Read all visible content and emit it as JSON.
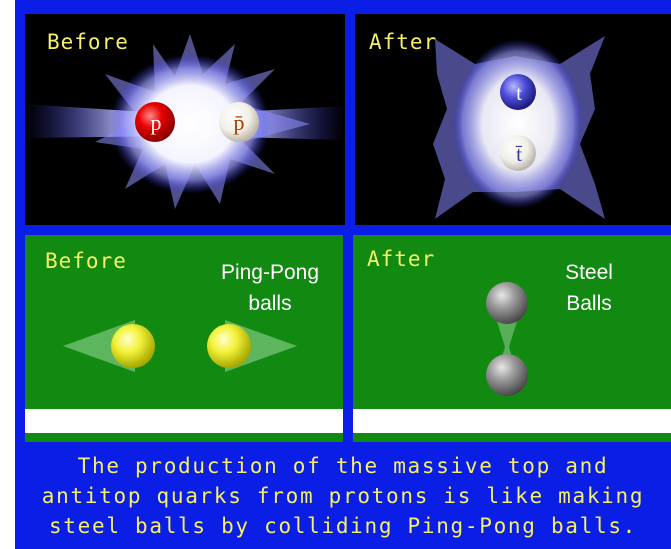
{
  "colors": {
    "frame_blue": "#0a1ee6",
    "caption_yellow": "#f5f06a",
    "green": "#128a12",
    "proton_red": "#e00000"
  },
  "top_left": {
    "label": "Before",
    "proton": "p",
    "antiproton": "p̄"
  },
  "top_right": {
    "label": "After",
    "top": "t",
    "antitop": "t̄"
  },
  "bottom_left": {
    "label": "Before",
    "balls_label_line1": "Ping-Pong",
    "balls_label_line2": "balls"
  },
  "bottom_right": {
    "label": "After",
    "balls_label_line1": "Steel",
    "balls_label_line2": "Balls"
  },
  "caption": {
    "line1": "The production of the massive top and",
    "line2": "antitop quarks from protons is like making",
    "line3": "steel balls by colliding Ping-Pong balls."
  }
}
